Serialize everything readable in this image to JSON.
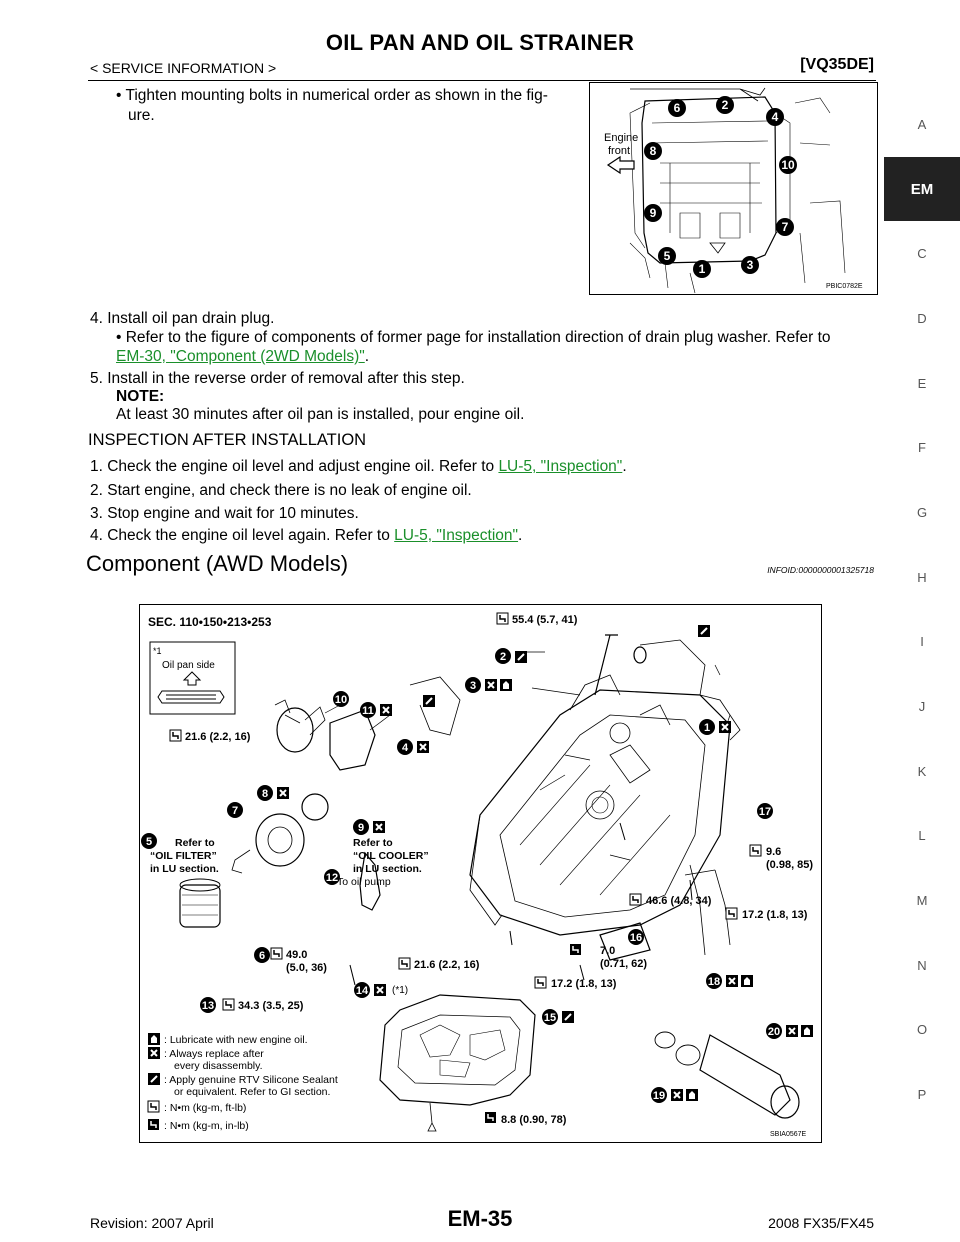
{
  "header": {
    "title": "OIL PAN AND OIL STRAINER",
    "breadcrumb": "< SERVICE INFORMATION >",
    "engine": "[VQ35DE]"
  },
  "side_tabs": [
    "A",
    "EM",
    "C",
    "D",
    "E",
    "F",
    "G",
    "H",
    "I",
    "J",
    "K",
    "L",
    "M",
    "N",
    "O",
    "P"
  ],
  "content": {
    "tighten_bullet": "• Tighten mounting bolts in numerical order as shown in the fig-",
    "tighten_bullet_2": "ure.",
    "step4": "4. Install oil pan drain plug.",
    "step4_bullet": "• Refer to the figure of components of former page for installation direction of drain plug washer. Refer to",
    "step4_link": "EM-30, \"Component (2WD Models)\"",
    "step4_link_tail": ".",
    "step5": "5. Install in the reverse order of removal after this step.",
    "note_label": "NOTE:",
    "note_text": "At least 30 minutes after oil pan is installed, pour engine oil.",
    "inspection_heading": "INSPECTION AFTER INSTALLATION",
    "insp1": "1. Check the engine oil level and adjust engine oil. Refer to ",
    "insp1_link": "LU-5, \"Inspection\"",
    "insp2": "2. Start engine, and check there is no leak of engine oil.",
    "insp3": "3. Stop engine and wait for 10 minutes.",
    "insp4": "4. Check the engine oil level again. Refer to ",
    "insp4_link": "LU-5, \"Inspection\"",
    "dot": ".",
    "component_heading": "Component (AWD Models)",
    "infoid": "INFOID:0000000001325718"
  },
  "figure1": {
    "engine_front": "Engine",
    "engine_front_2": "front",
    "code": "PBIC0782E",
    "bolts": [
      "6",
      "2",
      "4",
      "8",
      "10",
      "9",
      "7",
      "5",
      "1",
      "3"
    ]
  },
  "figure2": {
    "sec": "SEC. 110•150•213•253",
    "star1": "*1",
    "oil_pan_side": "Oil pan side",
    "code": "SBIA0567E",
    "torque": {
      "t55": "55.4 (5.7, 41)",
      "t21a": "21.6 (2.2, 16)",
      "t49": "49.0",
      "t49b": "(5.0, 36)",
      "t21b": "21.6 (2.2, 16)",
      "t34": "34.3 (3.5, 25)",
      "t96": "9.6",
      "t96b": "(0.98, 85)",
      "t46": "46.6 (4.8, 34)",
      "t172a": "17.2 (1.8, 13)",
      "t70": "7.0",
      "t70b": "(0.71, 62)",
      "t172b": "17.2 (1.8, 13)",
      "t88": "8.8 (0.90, 78)"
    },
    "refer_filter": [
      "Refer to",
      "“OIL FILTER”",
      "in LU section."
    ],
    "refer_cooler": [
      "Refer to",
      "“OIL COOLER”",
      "in LU section."
    ],
    "to_oil_pump": "To oil pump",
    "star_ref": "(*1)",
    "legend": [
      ": Lubricate with new engine oil.",
      ": Always replace after",
      "every disassembly.",
      ": Apply genuine RTV Silicone Sealant",
      "or equivalent. Refer to GI section.",
      ": N•m (kg-m, ft-lb)",
      ": N•m (kg-m, in-lb)"
    ],
    "parts": [
      "1",
      "2",
      "3",
      "4",
      "5",
      "6",
      "7",
      "8",
      "9",
      "10",
      "11",
      "12",
      "13",
      "14",
      "15",
      "16",
      "17",
      "18",
      "19",
      "20"
    ]
  },
  "footer": {
    "revision": "Revision: 2007 April",
    "page": "EM-35",
    "model": "2008 FX35/FX45"
  }
}
